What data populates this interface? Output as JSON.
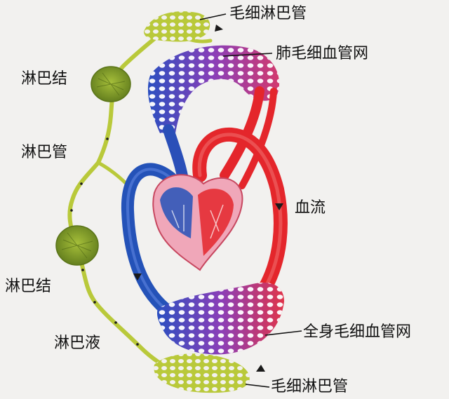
{
  "labels": {
    "lymph_capillary_top": "毛细淋巴管",
    "pulmonary_capillary_net": "肺毛细血管网",
    "lymph_node_upper": "淋巴结",
    "lymph_vessel": "淋巴管",
    "blood_flow": "血流",
    "lymph_node_lower": "淋巴结",
    "lymph_fluid": "淋巴液",
    "systemic_capillary_net": "全身毛细血管网",
    "lymph_capillary_bottom": "毛细淋巴管"
  },
  "colors": {
    "background": "#f2f1ef",
    "arterial_red": "#e4262b",
    "venous_blue": "#2452b8",
    "capillary_purple": "#8a3fb8",
    "lymph_green": "#b9c93a",
    "lymph_node": "#7f9a2a",
    "heart_pink": "#f0a7b9"
  }
}
